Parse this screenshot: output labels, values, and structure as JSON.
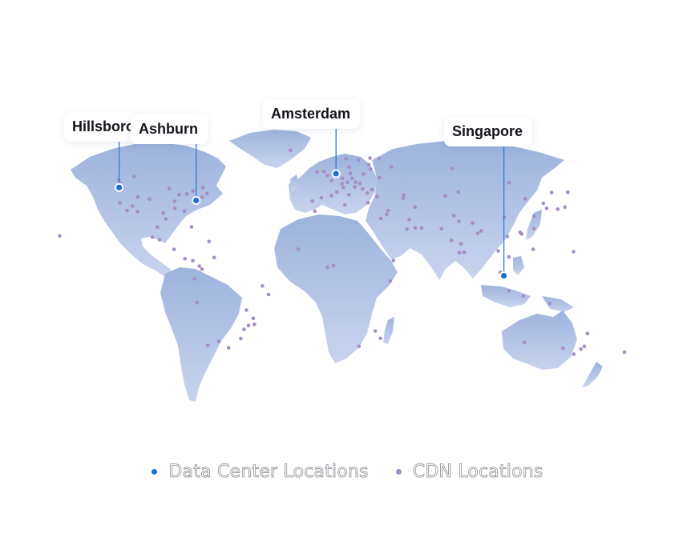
{
  "map": {
    "land_color": "#a9bce0",
    "cdn_color": "#a98bc8",
    "dc_color": "#1a6fd8",
    "line_color": "#2a7be4"
  },
  "data_centers": [
    {
      "name": "Hillsboro",
      "lat": 45.5,
      "lon": -122.9
    },
    {
      "name": "Ashburn",
      "lat": 39.0,
      "lon": -77.5
    },
    {
      "name": "Amsterdam",
      "lat": 52.4,
      "lon": 4.9
    },
    {
      "name": "Singapore",
      "lat": 1.35,
      "lon": 103.8
    }
  ],
  "cdn_locations": [
    {
      "lat": 47.6,
      "lon": -122.3
    },
    {
      "lat": 37.8,
      "lon": -122.4
    },
    {
      "lat": 34.0,
      "lon": -118.2
    },
    {
      "lat": 33.4,
      "lon": -112.0
    },
    {
      "lat": 39.7,
      "lon": -105.0
    },
    {
      "lat": 32.8,
      "lon": -96.8
    },
    {
      "lat": 29.8,
      "lon": -95.4
    },
    {
      "lat": 41.9,
      "lon": -87.6
    },
    {
      "lat": 44.9,
      "lon": -93.3
    },
    {
      "lat": 33.7,
      "lon": -84.4
    },
    {
      "lat": 25.8,
      "lon": -80.2
    },
    {
      "lat": 40.7,
      "lon": -74.0
    },
    {
      "lat": 42.4,
      "lon": -71.1
    },
    {
      "lat": 43.7,
      "lon": -79.4
    },
    {
      "lat": 45.5,
      "lon": -73.6
    },
    {
      "lat": 49.3,
      "lon": -123.1
    },
    {
      "lat": 51.0,
      "lon": -114.1
    },
    {
      "lat": 36.2,
      "lon": -115.1
    },
    {
      "lat": 40.8,
      "lon": -111.9
    },
    {
      "lat": 38.6,
      "lon": -90.2
    },
    {
      "lat": 35.1,
      "lon": -90.0
    },
    {
      "lat": 42.3,
      "lon": -83.0
    },
    {
      "lat": 21.3,
      "lon": -157.9
    },
    {
      "lat": 19.4,
      "lon": -99.1
    },
    {
      "lat": 20.7,
      "lon": -103.3
    },
    {
      "lat": 25.7,
      "lon": -100.3
    },
    {
      "lat": 14.6,
      "lon": -90.5
    },
    {
      "lat": 9.9,
      "lon": -84.1
    },
    {
      "lat": 8.9,
      "lon": -79.5
    },
    {
      "lat": 18.5,
      "lon": -69.9
    },
    {
      "lat": 4.7,
      "lon": -74.1
    },
    {
      "lat": 6.2,
      "lon": -75.6
    },
    {
      "lat": -12.0,
      "lon": -77.0
    },
    {
      "lat": -0.2,
      "lon": -78.5
    },
    {
      "lat": -33.4,
      "lon": -70.6
    },
    {
      "lat": -34.6,
      "lon": -58.4
    },
    {
      "lat": -23.5,
      "lon": -46.6
    },
    {
      "lat": -22.9,
      "lon": -43.2
    },
    {
      "lat": -15.8,
      "lon": -47.9
    },
    {
      "lat": -8.0,
      "lon": -34.9
    },
    {
      "lat": -3.7,
      "lon": -38.5
    },
    {
      "lat": -25.4,
      "lon": -49.3
    },
    {
      "lat": -30.0,
      "lon": -51.2
    },
    {
      "lat": -19.9,
      "lon": -43.9
    },
    {
      "lat": -31.4,
      "lon": -64.2
    },
    {
      "lat": 10.5,
      "lon": -66.9
    },
    {
      "lat": 51.5,
      "lon": -0.1
    },
    {
      "lat": 53.3,
      "lon": -6.3
    },
    {
      "lat": 48.9,
      "lon": 2.3
    },
    {
      "lat": 50.1,
      "lon": 8.7
    },
    {
      "lat": 52.5,
      "lon": 13.4
    },
    {
      "lat": 48.1,
      "lon": 11.6
    },
    {
      "lat": 47.4,
      "lon": 8.5
    },
    {
      "lat": 45.5,
      "lon": 9.2
    },
    {
      "lat": 41.9,
      "lon": 12.5
    },
    {
      "lat": 40.4,
      "lon": -3.7
    },
    {
      "lat": 41.4,
      "lon": 2.2
    },
    {
      "lat": 38.7,
      "lon": -9.1
    },
    {
      "lat": 48.2,
      "lon": 16.4
    },
    {
      "lat": 50.1,
      "lon": 14.4
    },
    {
      "lat": 52.2,
      "lon": 21.0
    },
    {
      "lat": 47.5,
      "lon": 19.0
    },
    {
      "lat": 44.4,
      "lon": 26.1
    },
    {
      "lat": 42.7,
      "lon": 23.3
    },
    {
      "lat": 37.9,
      "lon": 23.7
    },
    {
      "lat": 59.3,
      "lon": 18.1
    },
    {
      "lat": 59.9,
      "lon": 10.8
    },
    {
      "lat": 55.7,
      "lon": 12.6
    },
    {
      "lat": 60.2,
      "lon": 24.9
    },
    {
      "lat": 55.8,
      "lon": 37.6
    },
    {
      "lat": 59.9,
      "lon": 30.3
    },
    {
      "lat": 50.4,
      "lon": 30.5
    },
    {
      "lat": 41.0,
      "lon": 29.0
    },
    {
      "lat": 56.9,
      "lon": 24.1
    },
    {
      "lat": 54.7,
      "lon": 25.3
    },
    {
      "lat": 44.8,
      "lon": 20.5
    },
    {
      "lat": 45.8,
      "lon": 16.0
    },
    {
      "lat": 64.1,
      "lon": -21.9
    },
    {
      "lat": 43.3,
      "lon": 5.4
    },
    {
      "lat": 53.5,
      "lon": -2.2
    },
    {
      "lat": 55.0,
      "lon": 73.4
    },
    {
      "lat": 40.2,
      "lon": 44.5
    },
    {
      "lat": 41.7,
      "lon": 44.8
    },
    {
      "lat": 32.1,
      "lon": 34.8
    },
    {
      "lat": 33.9,
      "lon": 35.5
    },
    {
      "lat": 25.2,
      "lon": 55.3
    },
    {
      "lat": 24.7,
      "lon": 46.7
    },
    {
      "lat": 25.3,
      "lon": 51.5
    },
    {
      "lat": 29.4,
      "lon": 48.0
    },
    {
      "lat": 35.7,
      "lon": 51.4
    },
    {
      "lat": 30.0,
      "lon": 31.2
    },
    {
      "lat": 33.6,
      "lon": -7.6
    },
    {
      "lat": 36.8,
      "lon": 10.2
    },
    {
      "lat": 6.5,
      "lon": 3.4
    },
    {
      "lat": 5.6,
      "lon": -0.2
    },
    {
      "lat": 14.7,
      "lon": -17.4
    },
    {
      "lat": -1.3,
      "lon": 36.8
    },
    {
      "lat": 9.0,
      "lon": 38.7
    },
    {
      "lat": -26.2,
      "lon": 28.0
    },
    {
      "lat": -33.9,
      "lon": 18.4
    },
    {
      "lat": -29.9,
      "lon": 31.0
    },
    {
      "lat": 19.1,
      "lon": 72.9
    },
    {
      "lat": 28.6,
      "lon": 77.2
    },
    {
      "lat": 13.1,
      "lon": 80.3
    },
    {
      "lat": 12.9,
      "lon": 77.6
    },
    {
      "lat": 17.4,
      "lon": 78.5
    },
    {
      "lat": 22.6,
      "lon": 88.4
    },
    {
      "lat": 24.9,
      "lon": 67.0
    },
    {
      "lat": 31.5,
      "lon": 74.3
    },
    {
      "lat": 43.2,
      "lon": 76.9
    },
    {
      "lat": 41.3,
      "lon": 69.3
    },
    {
      "lat": 27.7,
      "lon": 85.3
    },
    {
      "lat": 23.8,
      "lon": 90.4
    },
    {
      "lat": 13.8,
      "lon": 100.5
    },
    {
      "lat": 21.0,
      "lon": 105.8
    },
    {
      "lat": 10.8,
      "lon": 106.7
    },
    {
      "lat": 3.1,
      "lon": 101.7
    },
    {
      "lat": -6.2,
      "lon": 106.8
    },
    {
      "lat": 14.6,
      "lon": 121.0
    },
    {
      "lat": 22.3,
      "lon": 114.2
    },
    {
      "lat": 25.0,
      "lon": 121.5
    },
    {
      "lat": 31.2,
      "lon": 121.5
    },
    {
      "lat": 39.9,
      "lon": 116.4
    },
    {
      "lat": 23.1,
      "lon": 113.3
    },
    {
      "lat": 30.6,
      "lon": 104.1
    },
    {
      "lat": 37.6,
      "lon": 127.0
    },
    {
      "lat": 35.1,
      "lon": 129.0
    },
    {
      "lat": 35.7,
      "lon": 139.7
    },
    {
      "lat": 34.7,
      "lon": 135.5
    },
    {
      "lat": 43.1,
      "lon": 141.4
    },
    {
      "lat": 47.9,
      "lon": 106.9
    },
    {
      "lat": 43.0,
      "lon": 131.9
    },
    {
      "lat": -8.7,
      "lon": 115.2
    },
    {
      "lat": -33.9,
      "lon": 151.2
    },
    {
      "lat": -37.8,
      "lon": 145.0
    },
    {
      "lat": -27.5,
      "lon": 153.0
    },
    {
      "lat": -31.9,
      "lon": 115.9
    },
    {
      "lat": -34.9,
      "lon": 138.6
    },
    {
      "lat": -35.3,
      "lon": 149.1
    },
    {
      "lat": -12.5,
      "lon": 130.8
    },
    {
      "lat": -36.8,
      "lon": 174.8
    },
    {
      "lat": 13.4,
      "lon": 144.8
    }
  ],
  "labels": [
    {
      "name": "Hillsboro",
      "text": "Hillsboro"
    },
    {
      "name": "Ashburn",
      "text": "Ashburn"
    },
    {
      "name": "Amsterdam",
      "text": "Amsterdam"
    },
    {
      "name": "Singapore",
      "text": "Singapore"
    }
  ],
  "legend": {
    "data_center_label": "Data Center Locations",
    "cdn_label": "CDN Locations"
  }
}
